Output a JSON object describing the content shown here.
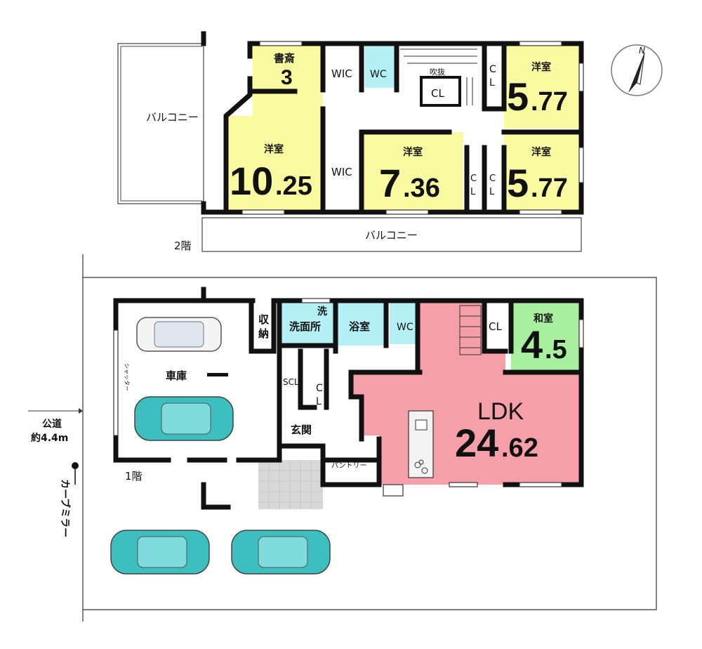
{
  "floor2": {
    "label": "2階",
    "balcony_west": "バルコニー",
    "balcony_south": "バルコニー",
    "study": {
      "name": "書斎",
      "size": "3"
    },
    "wic_a": "WIC",
    "wic_b": "WIC",
    "wc": "WC",
    "void": "吹抜",
    "cl_center": "CL",
    "cl_ne": {
      "c": "C",
      "l": "L"
    },
    "cl_mid_a": {
      "c": "C",
      "l": "L"
    },
    "cl_mid_b": {
      "c": "C",
      "l": "L"
    },
    "room_ne": {
      "name": "洋室",
      "int": "5",
      "dec": ".77"
    },
    "room_big": {
      "name": "洋室",
      "int": "10",
      "dec": ".25"
    },
    "room_mid": {
      "name": "洋室",
      "int": "7",
      "dec": ".36"
    },
    "room_se": {
      "name": "洋室",
      "int": "5",
      "dec": ".77"
    }
  },
  "floor1": {
    "label": "1階",
    "garage": "車庫",
    "shutter": "シャッター",
    "storage": {
      "a": "収",
      "b": "納"
    },
    "washroom": {
      "wash": "洗",
      "name": "洗面所"
    },
    "bath": "浴室",
    "wc": "WC",
    "cl_wa": "CL",
    "washitsu": {
      "name": "和室",
      "int": "4",
      "dec": ".5"
    },
    "scl": "SCL",
    "cl_hall": {
      "c": "C",
      "l": "L"
    },
    "entrance": "玄関",
    "pantry": "パントリー",
    "ldk": {
      "name": "LDK",
      "int": "24",
      "dec": ".62"
    }
  },
  "site": {
    "road": "公道",
    "road_width": "約4.4m",
    "mirror": "カーブミラー",
    "north": "N"
  },
  "colors": {
    "yellow_room": "#fafaa0",
    "blue_room": "#b4f0f5",
    "ldk": "#f5a0a8",
    "washitsu": "#a8f0a0",
    "car_body": "#3ebfbf"
  }
}
